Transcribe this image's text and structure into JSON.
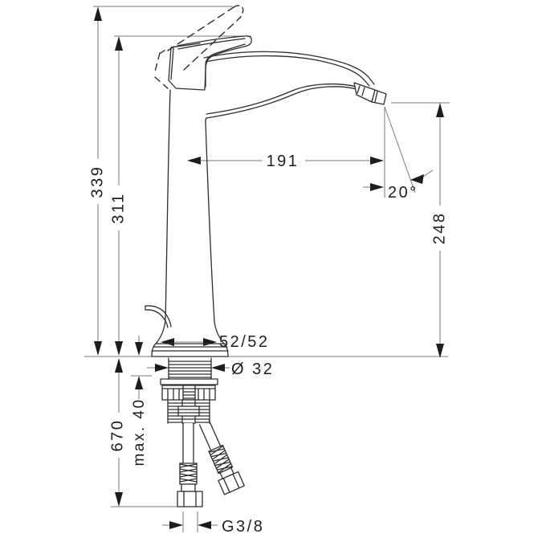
{
  "colors": {
    "background": "#ffffff",
    "artwork_line": "#2d2d2d",
    "dimension_line": "#7a7a7a",
    "arrow_fill": "#1c1c1c",
    "text": "#1f1f1f"
  },
  "dimensions": {
    "overall_height": "339",
    "height_to_handle": "311",
    "spout_reach": "191",
    "spout_angle": "20°",
    "spout_height": "248",
    "base_size": "52/52",
    "shank_diameter": "Ø 32",
    "hose_length": "670",
    "max_mounting_depth": "max. 40",
    "connection_thread": "G3/8"
  }
}
